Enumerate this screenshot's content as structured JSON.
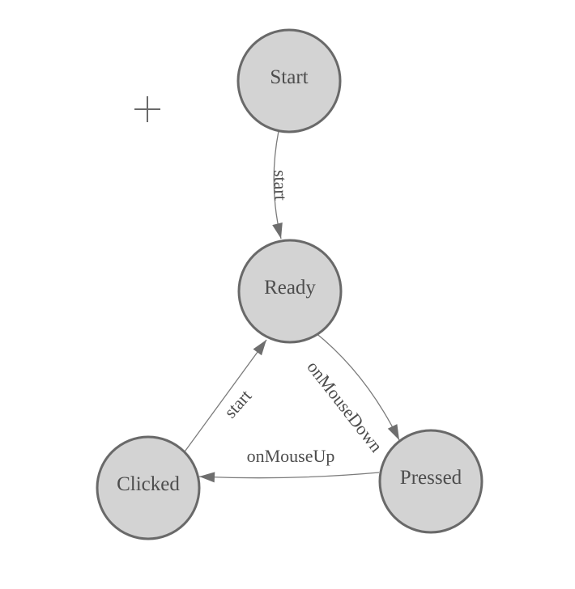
{
  "canvas": {
    "background": "#ffffff"
  },
  "cursor": {
    "icon": "plus-crosshair"
  },
  "diagram": {
    "type": "state-machine",
    "nodes": [
      {
        "id": "start",
        "label": "Start"
      },
      {
        "id": "ready",
        "label": "Ready"
      },
      {
        "id": "clicked",
        "label": "Clicked"
      },
      {
        "id": "pressed",
        "label": "Pressed"
      }
    ],
    "edges": [
      {
        "from": "Start",
        "to": "Ready",
        "label": "start"
      },
      {
        "from": "Ready",
        "to": "Pressed",
        "label": "onMouseDown"
      },
      {
        "from": "Pressed",
        "to": "Clicked",
        "label": "onMouseUp"
      },
      {
        "from": "Clicked",
        "to": "Ready",
        "label": "start"
      }
    ],
    "colors": {
      "node_fill": "#d3d3d3",
      "node_stroke": "#696969",
      "edge_line": "#7b7b7b",
      "arrowhead": "#6e6e6e",
      "label_text": "#4d4d4d",
      "cursor_cross": "#6a6a6a"
    }
  }
}
